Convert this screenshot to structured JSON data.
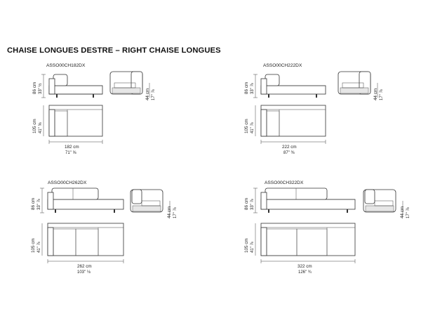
{
  "title": "CHAISE LONGUES DESTRE – RIGHT CHAISE LONGUES",
  "models": [
    {
      "code": "ASSO00CH182DX",
      "height_cm": "86 cm",
      "height_in": "33\" ½",
      "depth_cm": "105 cm",
      "depth_in": "41\" ⅝",
      "seat_cm": "44 cm",
      "seat_in": "17\" ⅞",
      "width_cm": "182 cm",
      "width_in": "71\" ⅝"
    },
    {
      "code": "ASSO00CH222DX",
      "height_cm": "86 cm",
      "height_in": "33\" ⅞",
      "depth_cm": "105 cm",
      "depth_in": "41\" ⅞",
      "seat_cm": "44 cm",
      "seat_in": "17\" ⅞",
      "width_cm": "222 cm",
      "width_in": "87\" ⅜"
    },
    {
      "code": "ASSO00CH262DX",
      "height_cm": "86 cm",
      "height_in": "33\" ⅞",
      "depth_cm": "105 cm",
      "depth_in": "41\" ⅞",
      "seat_cm": "44 cm",
      "seat_in": "17\" ⅞",
      "width_cm": "262 cm",
      "width_in": "103\" ⅛"
    },
    {
      "code": "ASSO00CH322DX",
      "height_cm": "86 cm",
      "height_in": "33\" ⅞",
      "depth_cm": "105 cm",
      "depth_in": "41\" ⅞",
      "seat_cm": "44 cm",
      "seat_in": "17\" ⅞",
      "width_cm": "322 cm",
      "width_in": "126\" ¾"
    }
  ]
}
